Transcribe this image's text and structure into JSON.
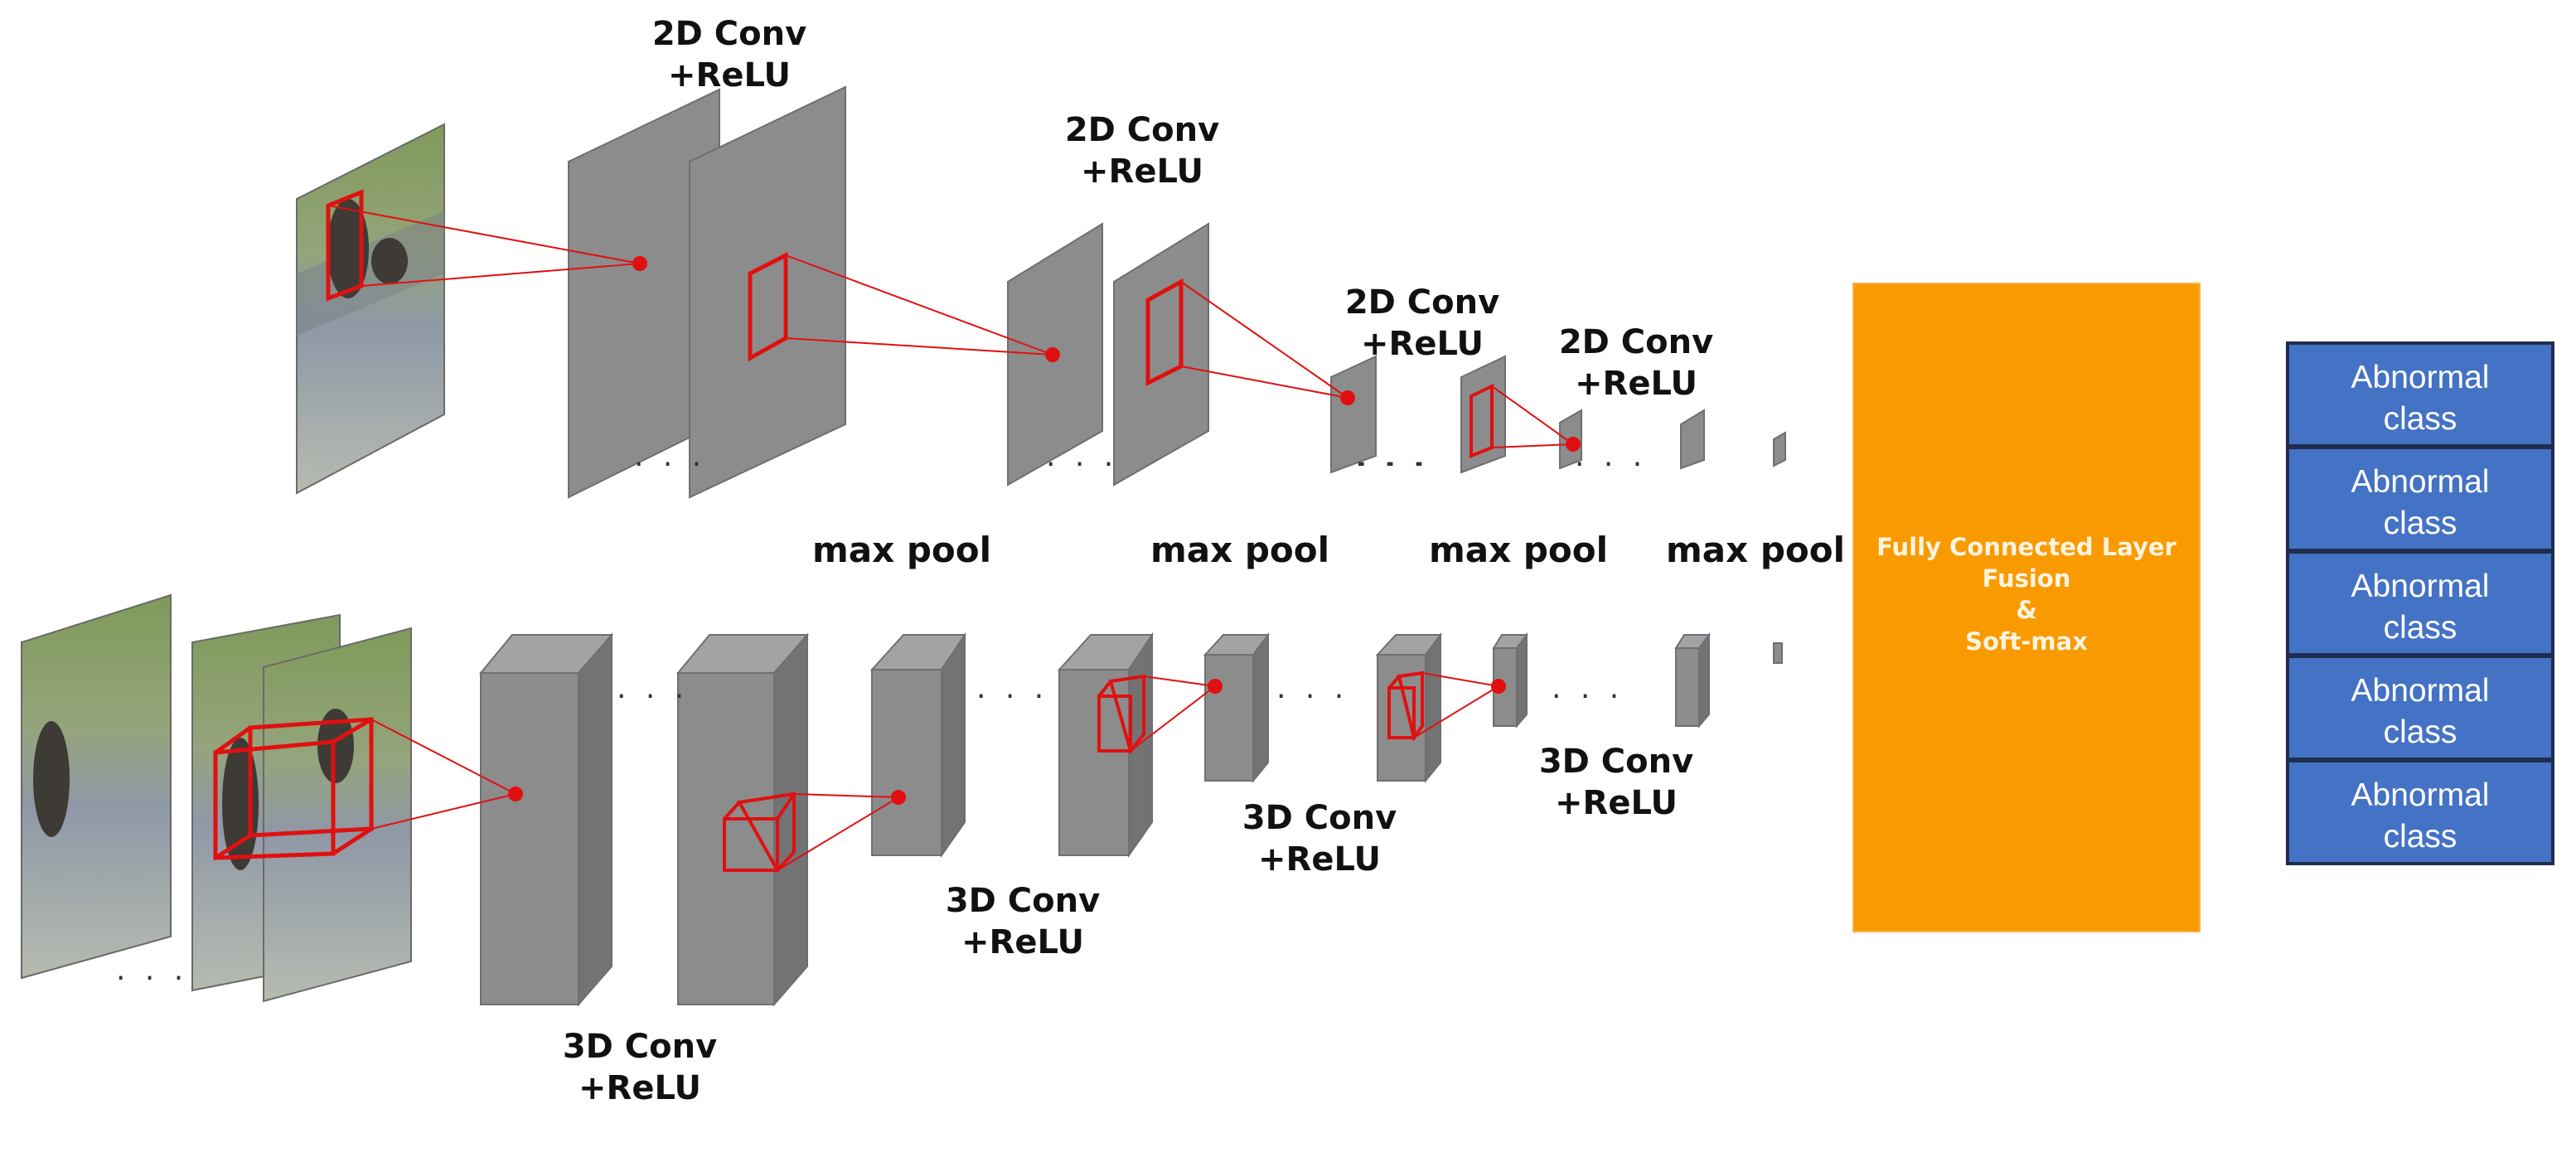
{
  "labels": {
    "conv2d_line1": "2D Conv",
    "conv2d_line2": "+ReLU",
    "conv3d_line1": "3D Conv",
    "conv3d_line2": "+ReLU",
    "max_pool": "max pool"
  },
  "fc_block": {
    "line1": "Fully Connected Layer",
    "line2": "Fusion",
    "line3": "&",
    "line4": "Soft-max"
  },
  "output_classes": [
    {
      "line1": "Abnormal",
      "line2": "class"
    },
    {
      "line1": "Abnormal",
      "line2": "class"
    },
    {
      "line1": "Abnormal",
      "line2": "class"
    },
    {
      "line1": "Abnormal",
      "line2": "class"
    },
    {
      "line1": "Abnormal",
      "line2": "class"
    }
  ],
  "ellipsis": "· · ·",
  "colors": {
    "layer_gray": "#8c8c8c",
    "layer_edge": "#6e6e76",
    "highlight_red": "#e01010",
    "fc_orange": "#f99a00",
    "class_blue": "#4472c4",
    "class_border": "#1f2d4f"
  }
}
